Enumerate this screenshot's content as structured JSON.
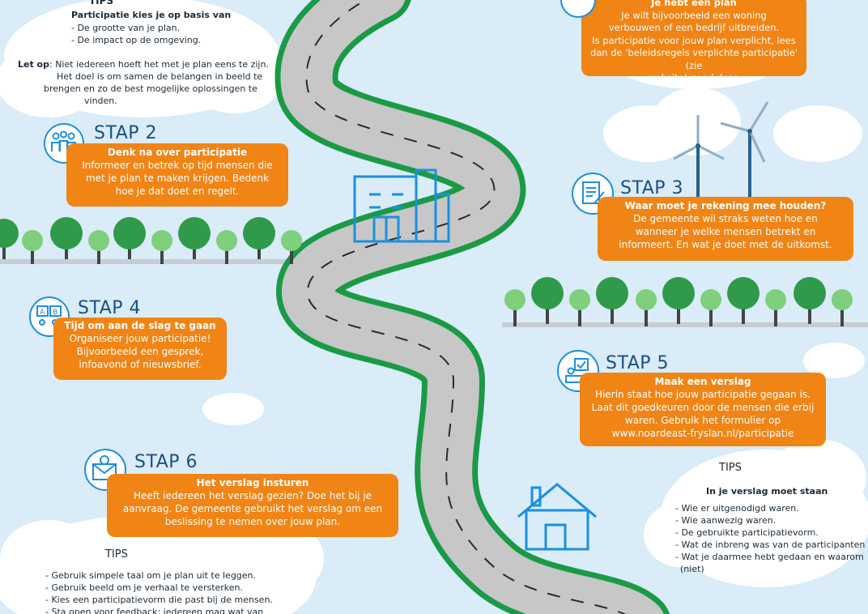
{
  "colors": {
    "orange": "#f08415",
    "navy": "#1a4f84",
    "icon_blue": "#1b8fe0",
    "road": "#c7c7c7",
    "road_edge": "#1a9a45",
    "sky": "#d9ecf8",
    "tree_dark": "#2f9a49",
    "tree_light": "#7fcf7c"
  },
  "top_left_note": {
    "tips_fragment": "TIPS",
    "heading": "Participatie kies je op basis van",
    "bullets": [
      "- De grootte van je plan.",
      "- De impact op de omgeving."
    ],
    "let_op_label": "Let op",
    "let_op_lines": [
      ": Niet iedereen hoeft het met je plan eens te zijn.",
      "Het doel is om samen de belangen in beeld te",
      "brengen en zo de best mogelijke oplossingen te",
      "vinden."
    ]
  },
  "top_right_box": {
    "title": "Je hebt een plan",
    "lines": [
      "Je wilt bijvoorbeeld een woning",
      "verbouwen of een bedrijf uitbreiden.",
      "Is participatie voor jouw plan verplicht, lees",
      "dan de 'beleidsregels verplichte participatie' (zie",
      "website) goed door."
    ]
  },
  "step2": {
    "label": "STAP 2",
    "title": "Denk na over participatie",
    "lines": [
      "Informeer en betrek op tijd mensen die",
      "met je plan te maken krijgen. Bedenk",
      "hoe je dat doet en regelt."
    ],
    "icon": "people-group-icon"
  },
  "step3": {
    "label": "STAP 3",
    "title": "Waar moet je rekening mee houden?",
    "lines": [
      "De gemeente wil straks weten hoe en",
      "wanneer je welke mensen betrekt en",
      "informeert. En wat je doet met de uitkomst."
    ],
    "icon": "document-pen-icon"
  },
  "step4": {
    "label": "STAP 4",
    "title": "Tijd om aan de slag te gaan",
    "lines": [
      "Organiseer jouw participatie!",
      "Bijvoorbeeld een gesprek,",
      "infoavond of nieuwsbrief."
    ],
    "icon": "chat-ab-icon"
  },
  "step5": {
    "label": "STAP 5",
    "title": "Maak een verslag",
    "lines": [
      "Hierin staat hoe jouw participatie gegaan is.",
      "Laat dit goedkeuren door de mensen die erbij",
      "waren. Gebruik het formulier op",
      "www.noardeast-fryslan.nl/participatie"
    ],
    "icon": "report-person-icon"
  },
  "step6": {
    "label": "STAP 6",
    "title": "Het verslag insturen",
    "lines": [
      "Heeft iedereen het verslag gezien? Doe het bij je",
      "aanvraag. De gemeente gebruikt het verslag om een",
      "beslissing te nemen over jouw plan."
    ],
    "icon": "envelope-at-icon"
  },
  "tips_right": {
    "title": "TIPS",
    "subtitle": "In je verslag moet staan",
    "bullets": [
      "- Wie er uitgenodigd waren.",
      "- Wie aanwezig waren.",
      "- De gebruikte participatievorm.",
      "- Wat de inbreng was van de participanten",
      "- Wat je daarmee hebt gedaan en waarom",
      "(niet)"
    ]
  },
  "tips_left": {
    "title": "TIPS",
    "bullets": [
      "- Gebruik simpele taal om je plan uit te leggen.",
      "- Gebruik beeld om je verhaal te versterken.",
      "- Kies een participatievorm die past bij de mensen.",
      "- Sta open voor feedback: iedereen mag wat van"
    ]
  }
}
